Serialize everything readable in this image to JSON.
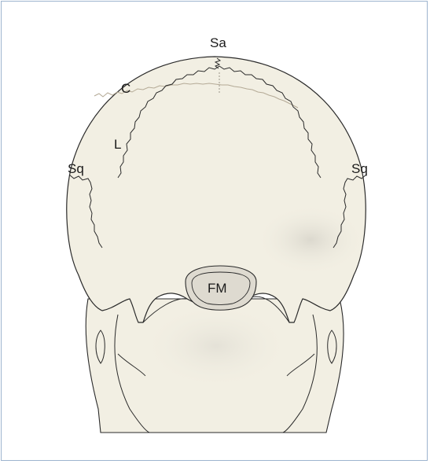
{
  "labels": {
    "sagittal": "Sa",
    "coronal": "C",
    "lambdoid": "L",
    "squamous_left": "Sq",
    "squamous_right": "Sq",
    "foramen_magnum": "FM"
  },
  "colors": {
    "border": "#9db4cf",
    "bone": "#f2efe3",
    "bone_shadow": "#dedad0",
    "outline": "#2a2a2a",
    "coronal_suture": "#b4aa96"
  }
}
